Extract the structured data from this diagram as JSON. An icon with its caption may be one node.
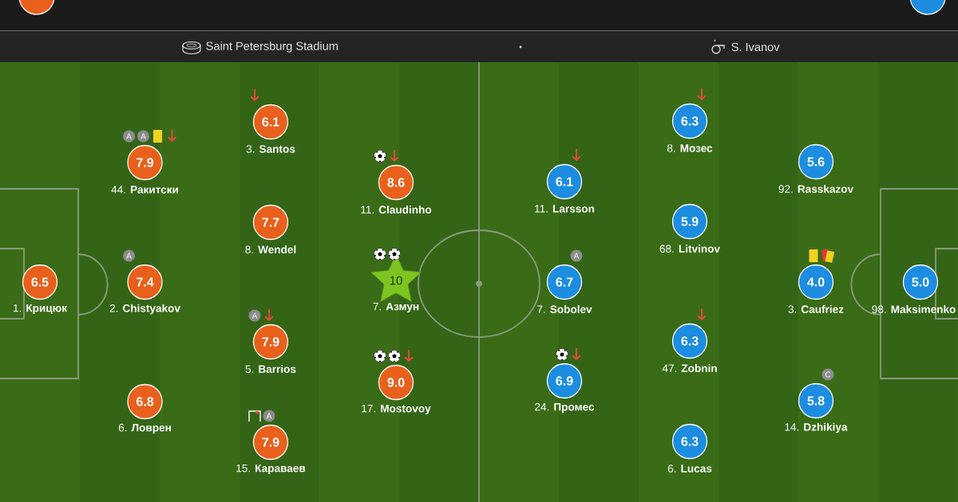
{
  "diagram": {
    "nodes": [
      {
        "text": [],
        "shape": "circle"
      },
      {
        "text": [],
        "shape": "circle"
      },
      {
        "text": [
          "6.5"
        ],
        "beside": [
          "1. **Крицюк**"
        ]
      },
      {
        "text": [
          "7.9"
        ],
        "beside": [
          "A",
          "A",
          "44. **Ракитски**"
        ]
      },
      {
        "text": [
          "7.4"
        ],
        "beside": [
          "A",
          "2. **Chistyakov**"
        ]
      },
      {
        "text": [
          "6.8"
        ],
        "beside": [
          "6. **Ловрен**"
        ]
      },
      {
        "text": [
          "6.1"
        ],
        "beside": [
          "3. **Santos**"
        ]
      },
      {
        "text": [
          "7.7"
        ],
        "beside": [
          "8. **Wendel**"
        ]
      },
      {
        "text": [
          "7.9"
        ],
        "beside": [
          "A",
          "5. **Barrios**"
        ]
      },
      {
        "text": [
          "7.9"
        ],
        "beside": [
          "A",
          "15. **Караваев**"
        ]
      },
      {
        "text": [
          "8.6"
        ],
        "beside": [
          "11. **Claudinho**"
        ]
      },
      {
        "text": [
          "10"
        ],
        "beside": [
          "7. **Азмун**"
        ]
      },
      {
        "text": [
          "9.0"
        ],
        "beside": [
          "17. **Mostovoy**"
        ]
      },
      {
        "text": [
          "6.1"
        ],
        "beside": [
          "11. **Larsson**"
        ]
      },
      {
        "text": [
          "6.7"
        ],
        "beside": [
          "A",
          "7. **Sobolev**"
        ]
      },
      {
        "text": [
          "6.9"
        ],
        "beside": [
          "24. **Промес**"
        ]
      },
      {
        "text": [
          "6.3"
        ],
        "beside": [
          "8. **Мозес**"
        ]
      },
      {
        "text": [
          "5.9"
        ],
        "beside": [
          "68. **Litvinov**"
        ]
      },
      {
        "text": [
          "6.3"
        ],
        "beside": [
          "47. **Zobnin**"
        ]
      },
      {
        "text": [
          "6.3"
        ],
        "beside": [
          "6. **Lucas**"
        ]
      },
      {
        "text": [
          "5.6"
        ],
        "beside": [
          "92. **Rasskazov**"
        ]
      },
      {
        "text": [
          "4.0"
        ],
        "beside": [
          "3. **Caufriez**"
        ]
      },
      {
        "text": [
          "5.8"
        ],
        "beside": [
          "C",
          "14. **Dzhikiya**"
        ]
      },
      {
        "text": [
          "5.0"
        ],
        "beside": [
          "98. **Maksimenko**"
        ]
      }
    ],
    "labels": [
      "Saint Petersburg Stadium",
      "S. Ivanov"
    ]
  }
}
